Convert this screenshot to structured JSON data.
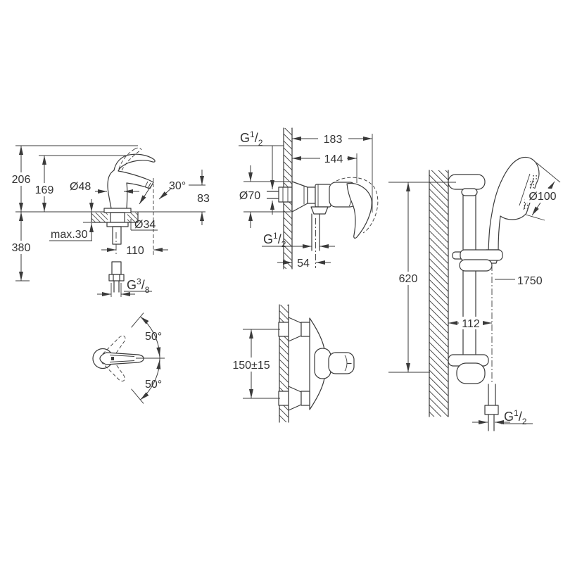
{
  "threads": {
    "half": {
      "base": "G",
      "sup": "1",
      "slash": "/",
      "sub": "2"
    },
    "three_eighths": {
      "base": "G",
      "sup": "3",
      "slash": "/",
      "sub": "8"
    }
  },
  "basin_mixer": {
    "side_view": {
      "total_height": "206",
      "body_height": "169",
      "base_diameter": "Ø48",
      "spray_angle": "30°",
      "spout_height": "83",
      "max_mounting_thickness": "max.30",
      "hole_diameter": "Ø34",
      "supply_length": "380",
      "spout_reach": "110"
    },
    "top_view": {
      "swivel_angle_upper": "50°",
      "swivel_angle_lower": "50°"
    }
  },
  "shower_mixer": {
    "side_view": {
      "total_depth": "183",
      "body_depth": "144",
      "escutcheon_diameter": "Ø70",
      "outlet_offset": "54"
    },
    "top_view": {
      "connection_spacing": "150±15"
    }
  },
  "shower_rail_set": {
    "head_diameter": "Ø100",
    "rail_length": "620",
    "hose_length": "1750",
    "wall_clearance": "112"
  },
  "line_color": "#3a3a3a"
}
